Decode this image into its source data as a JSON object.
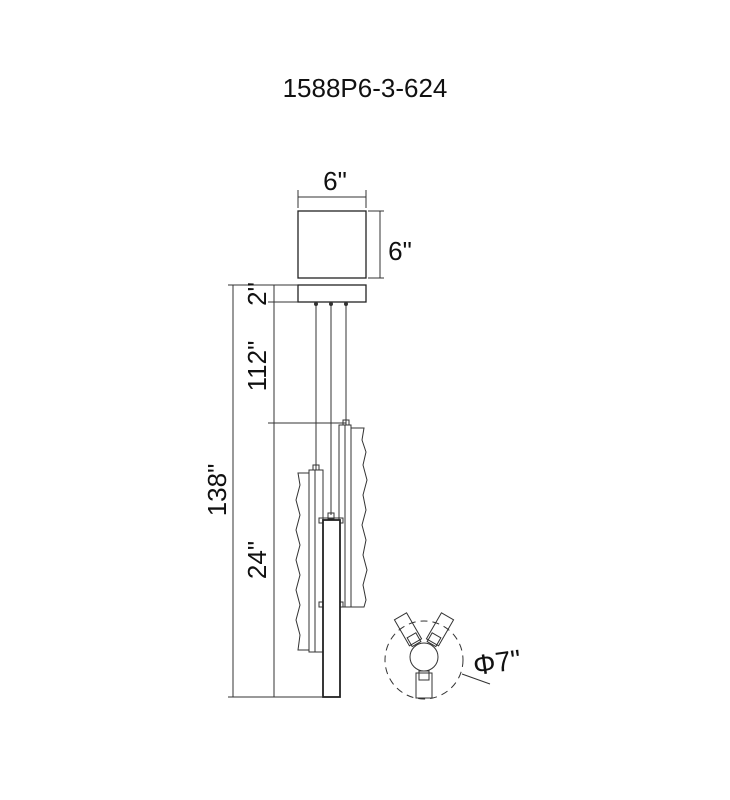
{
  "title": "1588P6-3-624",
  "dimensions": {
    "canopy_width": "6\"",
    "canopy_height": "6\"",
    "plate_height": "2\"",
    "rod_length": "112\"",
    "fixture_height": "24\"",
    "overall_height": "138\"",
    "diameter": "Φ7\""
  }
}
